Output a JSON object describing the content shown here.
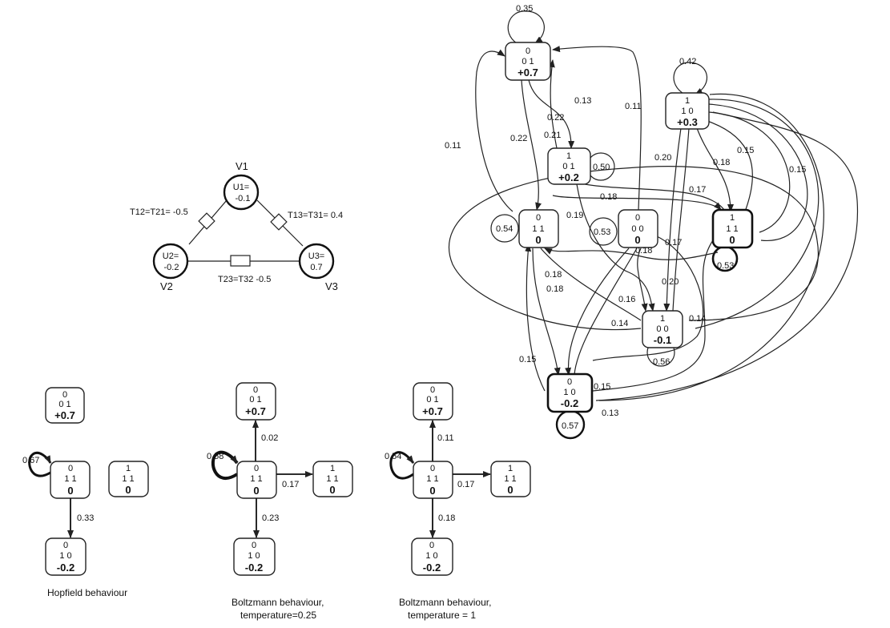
{
  "network": {
    "nodes": [
      {
        "label": "V1",
        "unit": "U1=",
        "threshold": "-0.1"
      },
      {
        "label": "V2",
        "unit": "U2=",
        "threshold": "-0.2"
      },
      {
        "label": "V3",
        "unit": "U3=",
        "threshold": "0.7"
      }
    ],
    "weights": {
      "t12": "T12=T21= -0.5",
      "t13": "T13=T31= 0.4",
      "t23": "T23=T32 -0.5"
    }
  },
  "states": {
    "s011": {
      "v1": "0",
      "v2v3": "0 1",
      "energy": "+0.7"
    },
    "s111": {
      "v1": "1",
      "v2v3": "1 1",
      "energy": "0"
    },
    "s101": {
      "v1": "1",
      "v2v3": "0 1",
      "energy": "+0.2"
    },
    "s011b": {
      "v1": "0",
      "v2v3": "1 1",
      "energy": "0"
    },
    "s000": {
      "v1": "0",
      "v2v3": "0 0",
      "energy": "0"
    },
    "s110": {
      "v1": "1",
      "v2v3": "1 0",
      "energy": "+0.3"
    },
    "s100": {
      "v1": "1",
      "v2v3": "0 0",
      "energy": "-0.1"
    },
    "s010": {
      "v1": "0",
      "v2v3": "1 0",
      "energy": "-0.2"
    }
  },
  "state_graph": {
    "self_loops": [
      "0.35",
      "0.42",
      "0.50",
      "0.54",
      "0.53",
      "0.53",
      "0.56",
      "0.57"
    ],
    "transitions": [
      "0.13",
      "0.22",
      "0.11",
      "0.21",
      "0.11",
      "0.22",
      "0.20",
      "0.15",
      "0.18",
      "0.15",
      "0.18",
      "0.17",
      "0.19",
      "0.17",
      "0.18",
      "0.18",
      "0.18",
      "0.20",
      "0.16",
      "0.14",
      "0.14",
      "0.15",
      "0.15",
      "0.13"
    ]
  },
  "panels": [
    {
      "caption_1": "Hopfield behaviour",
      "caption_2": "",
      "self_loop": "0.67",
      "up": "",
      "right": "",
      "down": "0.33"
    },
    {
      "caption_1": "Boltzmann behaviour,",
      "caption_2": "temperature=0.25",
      "self_loop": "0.58",
      "up": "0.02",
      "right": "0.17",
      "down": "0.23"
    },
    {
      "caption_1": "Boltzmann behaviour,",
      "caption_2": "temperature = 1",
      "self_loop": "0.54",
      "up": "0.11",
      "right": "0.17",
      "down": "0.18"
    }
  ]
}
